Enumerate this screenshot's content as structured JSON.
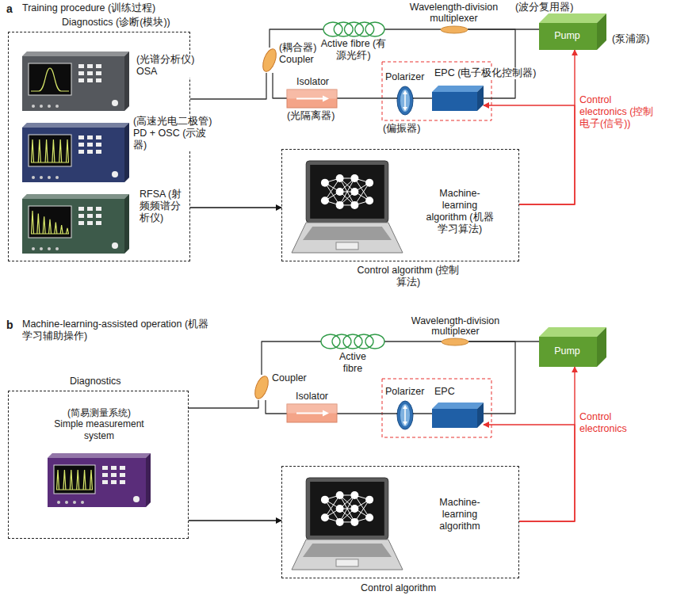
{
  "diagram": {
    "nodes": [
      {
        "text": [
          "Diagnostics (诊断(模块))"
        ]
      },
      {
        "text": [
          "(光谱分析仪) OSA"
        ],
        "in": 0
      },
      {
        "text": [
          "(高速光电二极管) PD + OSC (示波器)"
        ],
        "in": 0
      },
      {
        "text": [
          "RFSA (射频频谱分析仪)"
        ],
        "in": 0
      },
      {
        "text": [
          "(耦合器) Coupler"
        ]
      },
      {
        "text": [
          "Active fibre (有源光纤)"
        ]
      },
      {
        "text": [
          "Wavelength-division multiplexer",
          "(波分复用器)"
        ]
      },
      {
        "text": [
          "Pump",
          "(泵浦源)"
        ]
      },
      {
        "text": [
          "Isolator",
          "(光隔离器)"
        ]
      },
      {
        "text": [
          "Polarizer",
          "(偏振器)"
        ]
      },
      {
        "text": [
          "EPC (电子极化控制器)"
        ]
      },
      {
        "text": [
          "Control algorithm (控制算法)"
        ]
      },
      {
        "text": [
          "Machine-learning algorithm (机器学习算法)"
        ],
        "in": 11
      },
      {
        "text": [
          "Diagnostics"
        ]
      },
      {
        "text": [
          "(简易测量系统) Simple measurement system"
        ],
        "in": 13
      },
      {
        "text": [
          "Coupler"
        ]
      },
      {
        "text": [
          "Active fibre"
        ]
      },
      {
        "text": [
          "Wavelength-division multiplexer"
        ]
      },
      {
        "text": [
          "Pump"
        ]
      },
      {
        "text": [
          "Isolator"
        ]
      },
      {
        "text": [
          "Polarizer"
        ]
      },
      {
        "text": [
          "EPC"
        ]
      },
      {
        "text": [
          "Control algorithm"
        ]
      },
      {
        "text": [
          "Machine-learning algorithm"
        ],
        "in": 22
      }
    ],
    "edges": [
      {
        "from": 4,
        "to": 5,
        "arrow": "none"
      },
      {
        "from": 5,
        "to": 6,
        "arrow": "none"
      },
      {
        "from": 6,
        "to": 7,
        "arrow": "none"
      },
      {
        "from": 6,
        "to": 10,
        "arrow": "none"
      },
      {
        "from": 10,
        "to": 9,
        "arrow": "none"
      },
      {
        "from": 9,
        "to": 8,
        "arrow": "none"
      },
      {
        "from": 8,
        "to": 4,
        "arrow": "none"
      },
      {
        "from": 4,
        "to": 0,
        "arrow": "none"
      },
      {
        "from": 0,
        "to": 11,
        "arrow": "to"
      },
      {
        "from": 11,
        "to": 7,
        "arrow": "to"
      },
      {
        "from": 11,
        "to": 10,
        "arrow": "to"
      },
      {
        "from": 15,
        "to": 16,
        "arrow": "none"
      },
      {
        "from": 16,
        "to": 17,
        "arrow": "none"
      },
      {
        "from": 17,
        "to": 18,
        "arrow": "none"
      },
      {
        "from": 17,
        "to": 21,
        "arrow": "none"
      },
      {
        "from": 21,
        "to": 20,
        "arrow": "none"
      },
      {
        "from": 20,
        "to": 19,
        "arrow": "none"
      },
      {
        "from": 19,
        "to": 15,
        "arrow": "none"
      },
      {
        "from": 15,
        "to": 13,
        "arrow": "none"
      },
      {
        "from": 13,
        "to": 22,
        "arrow": "to"
      },
      {
        "from": 22,
        "to": 18,
        "arrow": "to"
      },
      {
        "from": 22,
        "to": 21,
        "arrow": "to"
      }
    ],
    "labels": [
      "a",
      "Training procedure (训练过程)",
      "Control electronics (控制电子(信号))",
      "b",
      "Machine-learning-assisted operation (机器学习辅助操作)",
      "Control electronics"
    ]
  }
}
